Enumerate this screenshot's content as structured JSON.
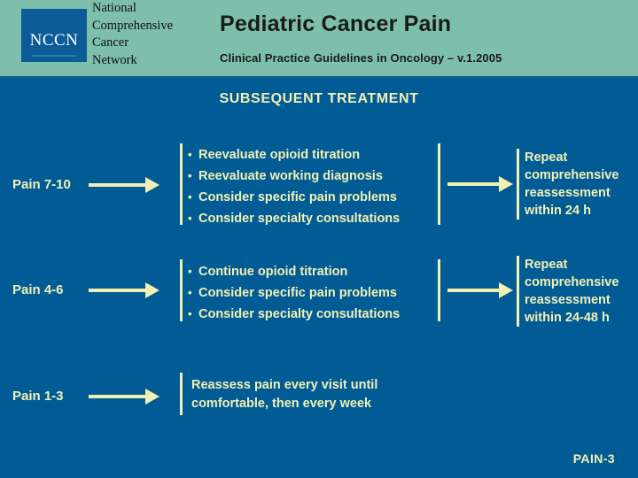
{
  "header": {
    "logo_text": "NCCN",
    "org_lines": [
      "National",
      "Comprehensive",
      "Cancer",
      "Network"
    ],
    "title": "Pediatric Cancer Pain",
    "subtitle": "Clinical Practice Guidelines in Oncology – v.1.2005",
    "teal_color": "#7DBFAB",
    "logo_blue": "#0B5C96"
  },
  "body": {
    "background_color": "#015C96",
    "accent_color": "#F2F0B4",
    "section_heading": "SUBSEQUENT TREATMENT",
    "footer_code": "PAIN-3"
  },
  "rows": [
    {
      "pain_label": "Pain 7-10",
      "actions": [
        "Reevaluate opioid titration",
        "Reevaluate working diagnosis",
        "Consider specific pain problems",
        "Consider specialty consultations"
      ],
      "outcome": "Repeat comprehensive reassessment within 24 h",
      "has_outcome_arrow": true
    },
    {
      "pain_label": "Pain 4-6",
      "actions": [
        "Continue opioid titration",
        "Consider specific pain problems",
        "Consider specialty consultations"
      ],
      "outcome": "Repeat comprehensive reassessment within 24-48 h",
      "has_outcome_arrow": true
    },
    {
      "pain_label": "Pain 1-3",
      "plain_lines": [
        "Reassess pain every visit until",
        "comfortable, then every week"
      ],
      "has_outcome_arrow": false
    }
  ]
}
